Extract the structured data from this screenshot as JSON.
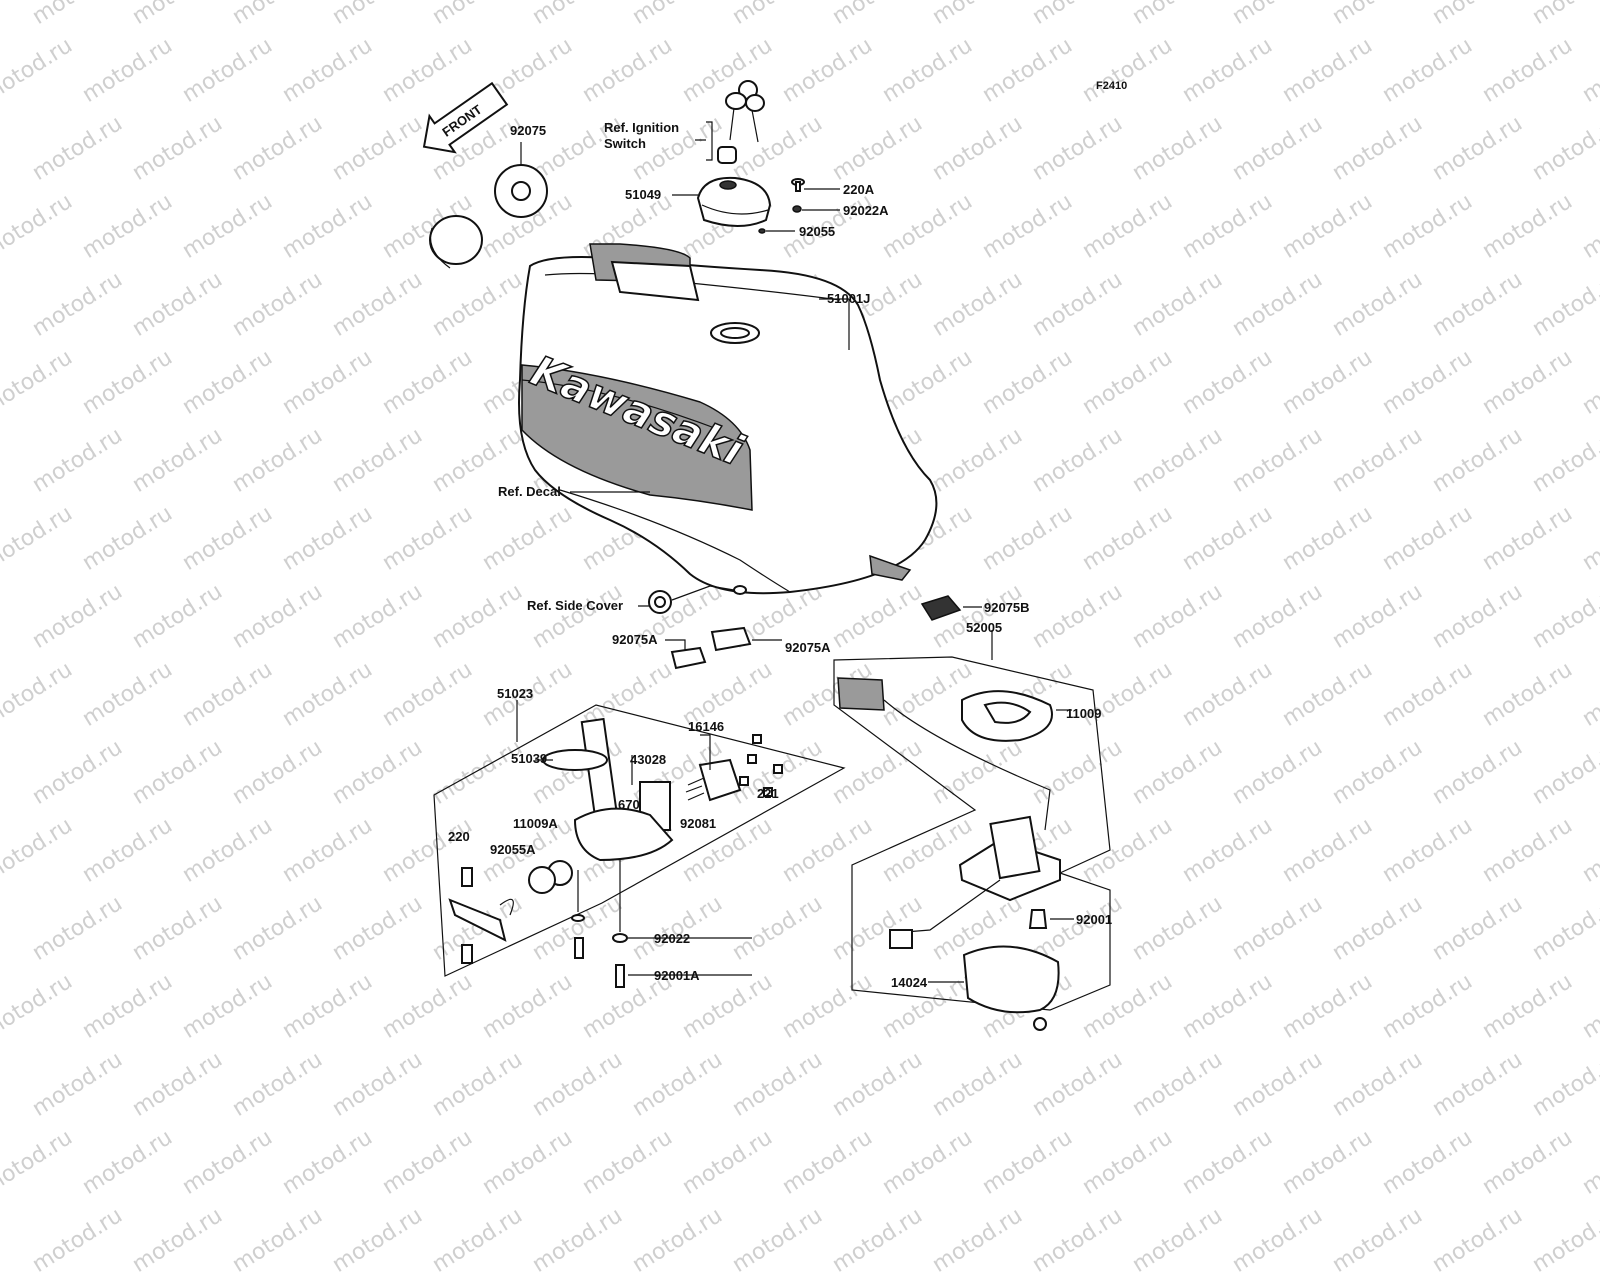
{
  "figure_ref": "F2410",
  "front_arrow": "FRONT",
  "tank_logo": "Kawasaki",
  "watermark": "motod.ru",
  "labels": {
    "p92075": "92075",
    "ignition_l1": "Ref. Ignition",
    "ignition_l2": "Switch",
    "p51049": "51049",
    "p220A": "220A",
    "p92022A": "92022A",
    "p92055": "92055",
    "p51001J": "51001J",
    "decal": "Ref. Decal",
    "side_cover": "Ref. Side Cover",
    "p92075B": "92075B",
    "p52005": "52005",
    "p92075A_left": "92075A",
    "p92075A_right": "92075A",
    "p51023": "51023",
    "p16146": "16146",
    "p51039": "51039",
    "p43028": "43028",
    "p221": "221",
    "p670": "670",
    "p92081": "92081",
    "p11009A": "11009A",
    "p220": "220",
    "p92055A": "92055A",
    "p92022": "92022",
    "p92001A": "92001A",
    "p11009": "11009",
    "p92001": "92001",
    "p14024": "14024"
  }
}
